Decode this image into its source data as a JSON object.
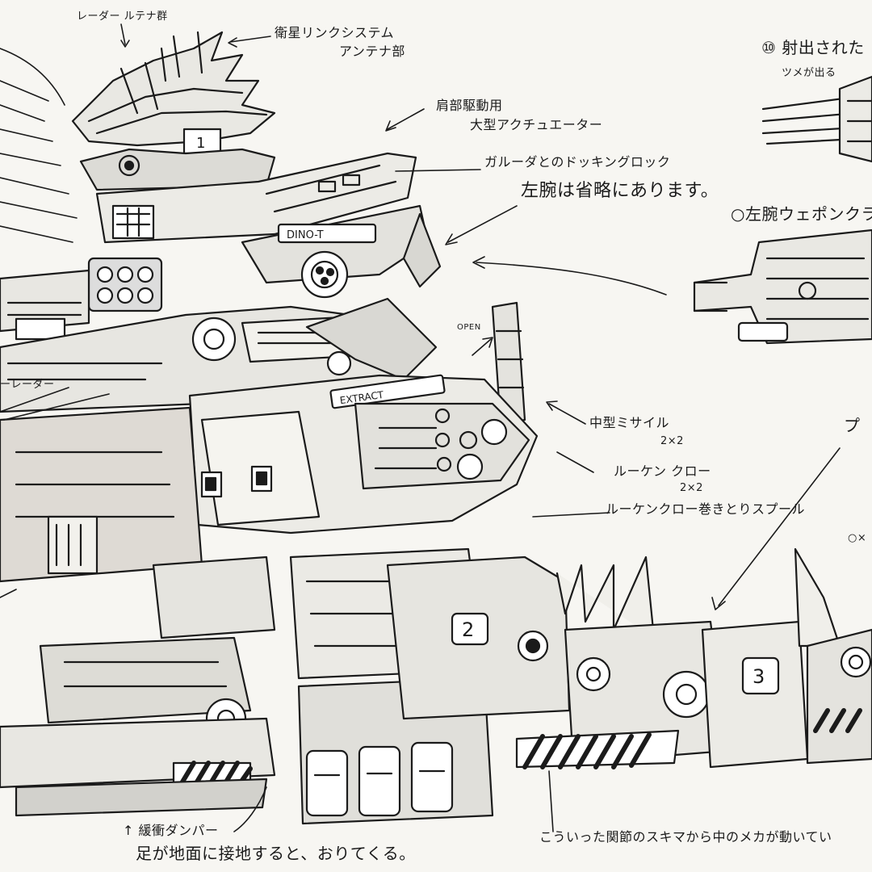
{
  "notes": {
    "radar": "レーダー ルテナ群",
    "satellite_1": "衛星リンクシステム",
    "satellite_2": "アンテナ部",
    "shoulder_1": "肩部駆動用",
    "shoulder_2": "大型アクチュエーター",
    "docking": "ガルーダとのドッキングロック",
    "left_arm_omitted": "左腕は省略にあります。",
    "left_arm_weapon": "○左腕ウェポンクラ",
    "fired": "⑩ 射出された",
    "claw_out": "ツメが出る",
    "open": "OPEN",
    "missile_1": "中型ミサイル",
    "missile_2": "2×2",
    "hooken_1": "ルーケン クロー",
    "hooken_2": "2×2",
    "hooken_reel": "ルーケンクロー巻きとりスプール",
    "edge_pu": "プ",
    "edge_x": "○×",
    "damper_1": "↑ 緩衝ダンパー",
    "damper_2": "足が地面に接地すると、おりてくる。",
    "joint_gap": "こういった関節のスキマから中のメカが動いてい",
    "radar_left": "ーレーダー"
  },
  "mech": {
    "chest_plate": "DINO-T",
    "badge_1": "1",
    "badge_2": "2",
    "badge_3": "3",
    "leg_plate": "EXTRACT"
  }
}
